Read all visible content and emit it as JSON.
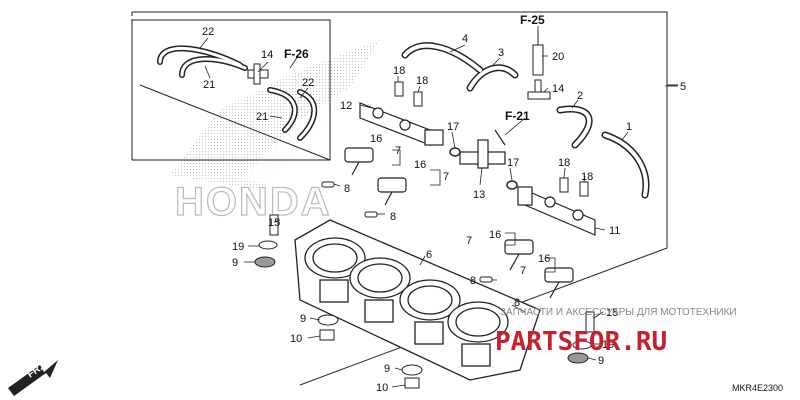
{
  "diagram": {
    "brand_mark": "HONDA",
    "drawing_code": "MKR4E2300",
    "direction_label": "FR.",
    "watermark_text": "ЗАПЧАСТИ И АКСЕССУАРЫ ДЛЯ МОТОТЕХНИКИ",
    "watermark_logo": "PARTSFOR.RU",
    "references": [
      "F-25",
      "F-26",
      "F-21"
    ],
    "callouts": [
      "1",
      "2",
      "3",
      "4",
      "5",
      "6",
      "7",
      "8",
      "9",
      "10",
      "11",
      "12",
      "13",
      "14",
      "15",
      "16",
      "17",
      "18",
      "19",
      "20",
      "21",
      "22"
    ]
  }
}
